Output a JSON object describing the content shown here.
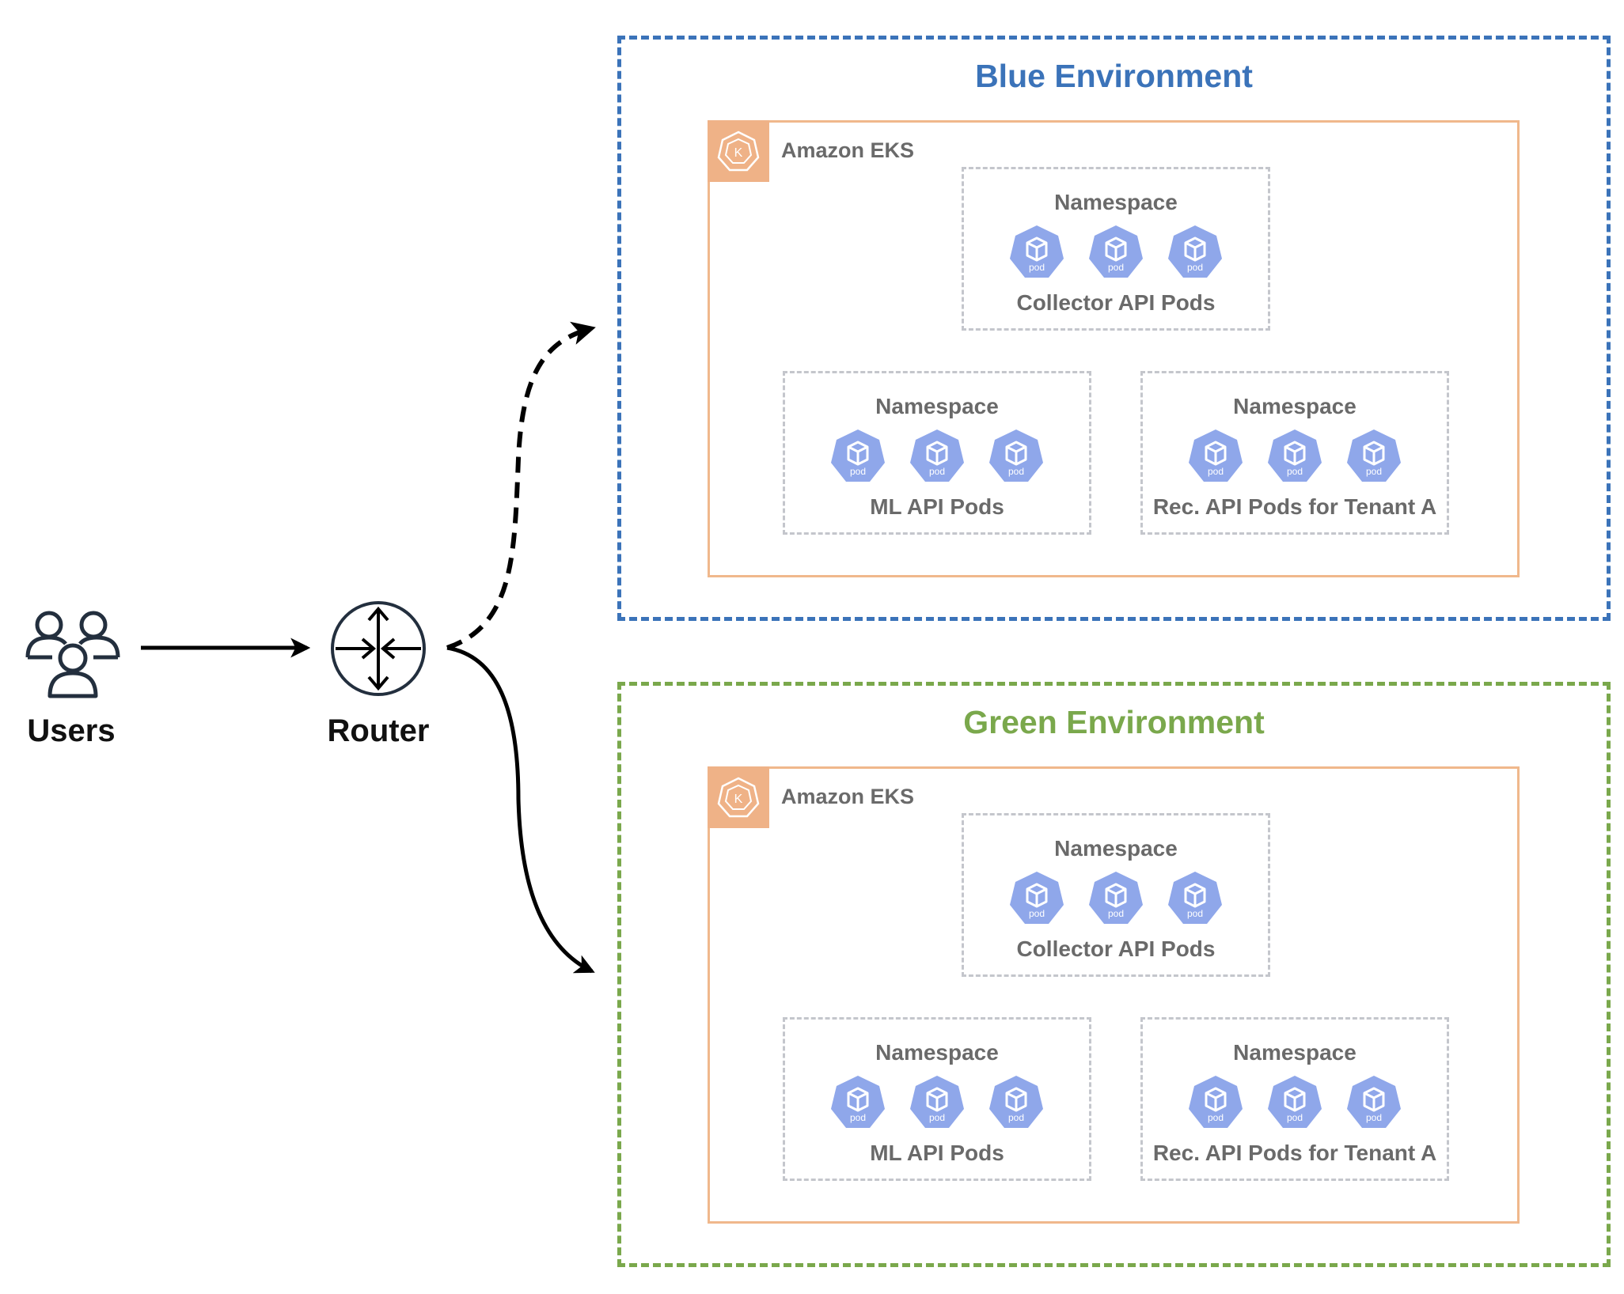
{
  "users": {
    "label": "Users",
    "icon": "users-icon"
  },
  "router": {
    "label": "Router",
    "icon": "router-icon"
  },
  "colors": {
    "blue": "#3b73b9",
    "green": "#7aa84c",
    "eks": "#efb287",
    "pod": "#8fa7ea",
    "namespace_border": "#c4c6cc"
  },
  "environments": [
    {
      "title": "Blue Environment",
      "eks_label": "Amazon EKS",
      "namespaces": [
        {
          "title": "Namespace",
          "label": "Collector API Pods",
          "pods": [
            "pod",
            "pod",
            "pod"
          ]
        },
        {
          "title": "Namespace",
          "label": "ML API Pods",
          "pods": [
            "pod",
            "pod",
            "pod"
          ]
        },
        {
          "title": "Namespace",
          "label": "Rec. API Pods for Tenant A",
          "pods": [
            "pod",
            "pod",
            "pod"
          ]
        }
      ]
    },
    {
      "title": "Green Environment",
      "eks_label": "Amazon EKS",
      "namespaces": [
        {
          "title": "Namespace",
          "label": "Collector API Pods",
          "pods": [
            "pod",
            "pod",
            "pod"
          ]
        },
        {
          "title": "Namespace",
          "label": "ML API Pods",
          "pods": [
            "pod",
            "pod",
            "pod"
          ]
        },
        {
          "title": "Namespace",
          "label": "Rec. API Pods for Tenant A",
          "pods": [
            "pod",
            "pod",
            "pod"
          ]
        }
      ]
    }
  ]
}
